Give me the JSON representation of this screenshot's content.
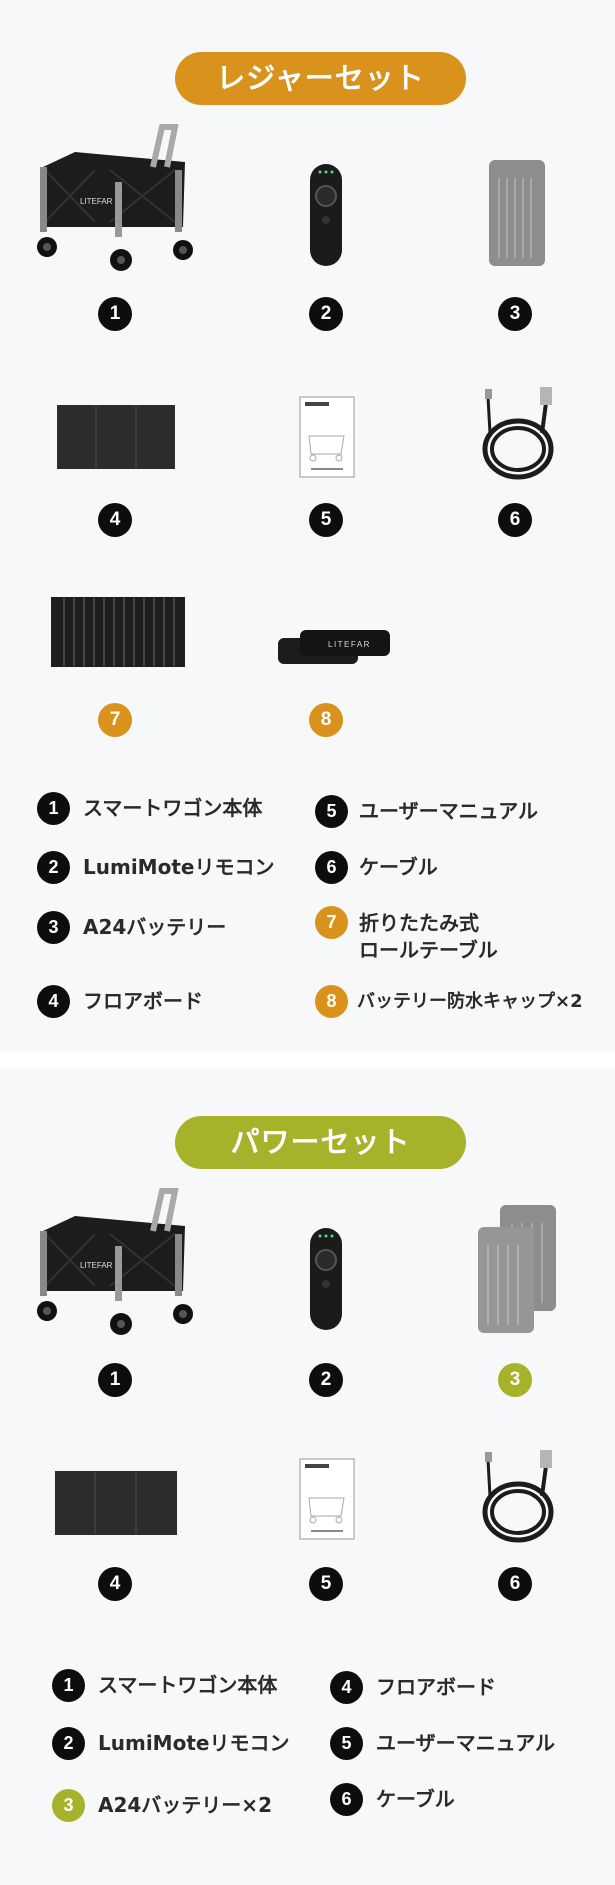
{
  "colors": {
    "orange": "#d9921b",
    "olive": "#a6b22a",
    "black": "#0d0d0d",
    "bg": "#f6f8fa"
  },
  "sets": [
    {
      "title": "レジャーセット",
      "product_numbers": [
        "1",
        "2",
        "3",
        "4",
        "5",
        "6",
        "7",
        "8"
      ],
      "brand_text": "LITEFAR",
      "legend": [
        {
          "num": "1",
          "label": "スマートワゴン本体"
        },
        {
          "num": "2",
          "label": "LumiMoteリモコン"
        },
        {
          "num": "3",
          "label": "A24バッテリー"
        },
        {
          "num": "4",
          "label": "フロアボード"
        },
        {
          "num": "5",
          "label": "ユーザーマニュアル"
        },
        {
          "num": "6",
          "label": "ケーブル"
        },
        {
          "num": "7",
          "label": "折りたたみ式",
          "label2": "ロールテーブル"
        },
        {
          "num": "8",
          "label": "バッテリー防水キャップ×2"
        }
      ]
    },
    {
      "title": "パワーセット",
      "product_numbers": [
        "1",
        "2",
        "3",
        "4",
        "5",
        "6"
      ],
      "brand_text": "LITEFAR",
      "legend": [
        {
          "num": "1",
          "label": "スマートワゴン本体"
        },
        {
          "num": "2",
          "label": "LumiMoteリモコン"
        },
        {
          "num": "3",
          "label": "A24バッテリー×2"
        },
        {
          "num": "4",
          "label": "フロアボード"
        },
        {
          "num": "5",
          "label": "ユーザーマニュアル"
        },
        {
          "num": "6",
          "label": "ケーブル"
        }
      ]
    }
  ]
}
